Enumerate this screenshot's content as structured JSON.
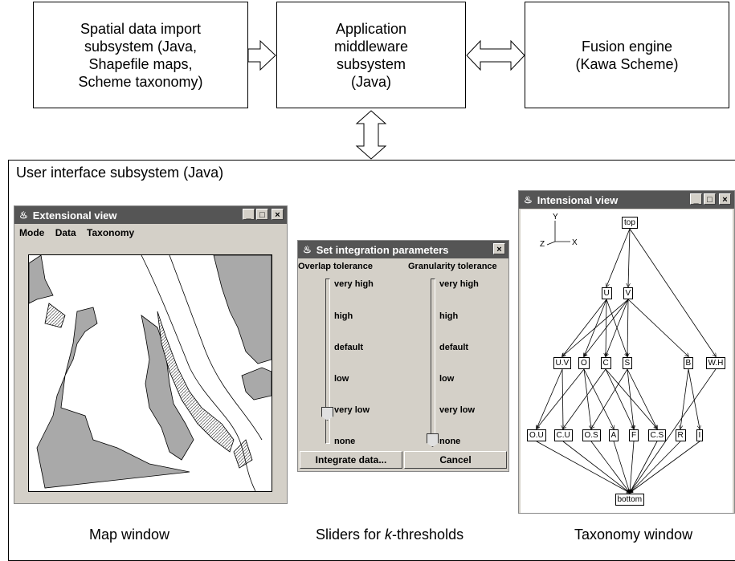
{
  "top_boxes": {
    "import": [
      "Spatial data import",
      "subsystem (Java,",
      "Shapefile maps,",
      "Scheme taxonomy)"
    ],
    "middleware": [
      "Application",
      "middleware",
      "subsystem",
      "(Java)"
    ],
    "fusion": [
      "Fusion engine",
      "(Kawa Scheme)"
    ]
  },
  "ui_subsystem_title": "User interface subsystem (Java)",
  "map_window": {
    "title": "Extensional view",
    "menu": [
      "Mode",
      "Data",
      "Taxonomy"
    ]
  },
  "slider_window": {
    "title": "Set integration parameters",
    "left_heading": "Overlap tolerance",
    "right_heading": "Granularity tolerance",
    "levels": [
      "very high",
      "high",
      "default",
      "low",
      "very low",
      "none"
    ],
    "overlap_value": "very low",
    "granularity_value": "none",
    "integrate_button": "Integrate data...",
    "cancel_button": "Cancel"
  },
  "taxonomy_window": {
    "title": "Intensional view",
    "axis_labels": {
      "y": "Y",
      "z": "Z",
      "x": "X"
    },
    "nodes": {
      "top": "top",
      "U": "U",
      "V": "V",
      "UV": "U.V",
      "O": "O",
      "C": "C",
      "S": "S",
      "B": "B",
      "WH": "W.H",
      "OU": "O.U",
      "CU": "C.U",
      "OS": "O.S",
      "A": "A",
      "F": "F",
      "CS": "C.S",
      "R": "R",
      "I": "I",
      "bottom": "bottom"
    }
  },
  "captions": {
    "map": "Map window",
    "sliders_prefix": "Sliders for ",
    "sliders_k": "k",
    "sliders_suffix": "-thresholds",
    "taxonomy": "Taxonomy window"
  },
  "colors": {
    "titlebar": "#555555",
    "window_bg": "#d4d0c8",
    "map_fill": "#a9a9a9"
  }
}
